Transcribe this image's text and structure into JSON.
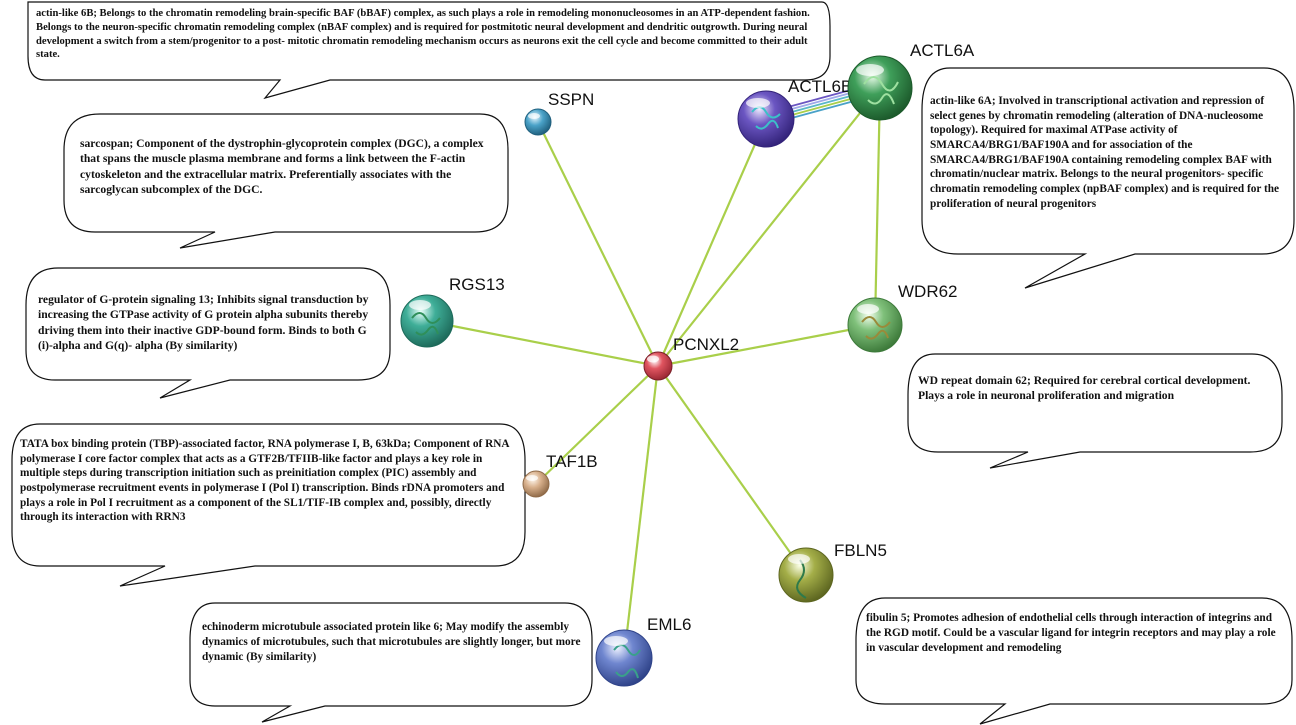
{
  "nodes": {
    "PCNXL2": {
      "label": "PCNXL2"
    },
    "ACTL6A": {
      "label": "ACTL6A"
    },
    "ACTL6B": {
      "label": "ACTL6B"
    },
    "SSPN": {
      "label": "SSPN"
    },
    "RGS13": {
      "label": "RGS13"
    },
    "WDR62": {
      "label": "WDR62"
    },
    "TAF1B": {
      "label": "TAF1B"
    },
    "FBLN5": {
      "label": "FBLN5"
    },
    "EML6": {
      "label": "EML6"
    }
  },
  "notes": {
    "actl6b": "actin-like 6B; Belongs to the chromatin remodeling brain-specific BAF (bBAF) complex, as such plays a role in remodeling mononucleosomes in an ATP-dependent fashion. Belongs to the neuron-specific chromatin remodeling complex (nBAF complex) and is required for postmitotic neural development and dendritic outgrowth. During neural development a switch from a stem/progenitor to a post- mitotic chromatin remodeling mechanism occurs as neurons exit the cell cycle and become committed to their adult state.",
    "sspn": "sarcospan; Component of the dystrophin-glycoprotein complex (DGC), a complex that spans the muscle plasma membrane and forms a link between the F-actin cytoskeleton and the extracellular matrix. Preferentially associates with the sarcoglycan subcomplex of the DGC.",
    "actl6a": "actin-like 6A; Involved in transcriptional activation and repression of select genes by chromatin remodeling (alteration of DNA-nucleosome topology). Required for maximal ATPase activity of SMARCA4/BRG1/BAF190A and for association of the SMARCA4/BRG1/BAF190A containing remodeling complex BAF with chromatin/nuclear matrix. Belongs to the neural progenitors- specific chromatin remodeling complex (npBAF complex) and is required for the proliferation of neural progenitors",
    "rgs13": "regulator of G-protein signaling 13; Inhibits signal transduction by increasing the GTPase activity of G protein alpha subunits thereby driving them into their inactive GDP-bound form. Binds to both G (i)-alpha and G(q)- alpha (By similarity)",
    "wdr62": "WD repeat domain 62; Required for cerebral cortical development. Plays a role in neuronal proliferation and migration",
    "taf1b": "TATA box binding protein (TBP)-associated factor, RNA polymerase I, B, 63kDa; Component of RNA polymerase I core factor complex that acts as a GTF2B/TFIIB-like factor and plays a key role in multiple steps during transcription initiation such as preinitiation complex (PIC) assembly and postpolymerase recruitment events in polymerase I (Pol I) transcription. Binds rDNA promoters and plays a role in Pol I recruitment as a component of the SL1/TIF-IB complex and, possibly, directly through its interaction with RRN3",
    "fbln5": "fibulin 5; Promotes adhesion of endothelial cells through interaction of integrins and the RGD motif. Could be a vascular ligand for integrin receptors and may play a role in vascular development and remodeling",
    "eml6": "echinoderm microtubule associated protein like 6; May modify the assembly dynamics of microtubules, such that microtubules are slightly longer, but more dynamic (By similarity)"
  },
  "colors": {
    "edge": "#a9cf4a",
    "PCNXL2": "#e05560",
    "ACTL6A": "#3f9f5a",
    "ACTL6B": "#6b56c2",
    "SSPN": "#4aa2c8",
    "RGS13": "#3fae98",
    "WDR62": "#7fc07a",
    "TAF1B": "#d8b08c",
    "FBLN5": "#a4ae48",
    "EML6": "#6f86cf"
  }
}
